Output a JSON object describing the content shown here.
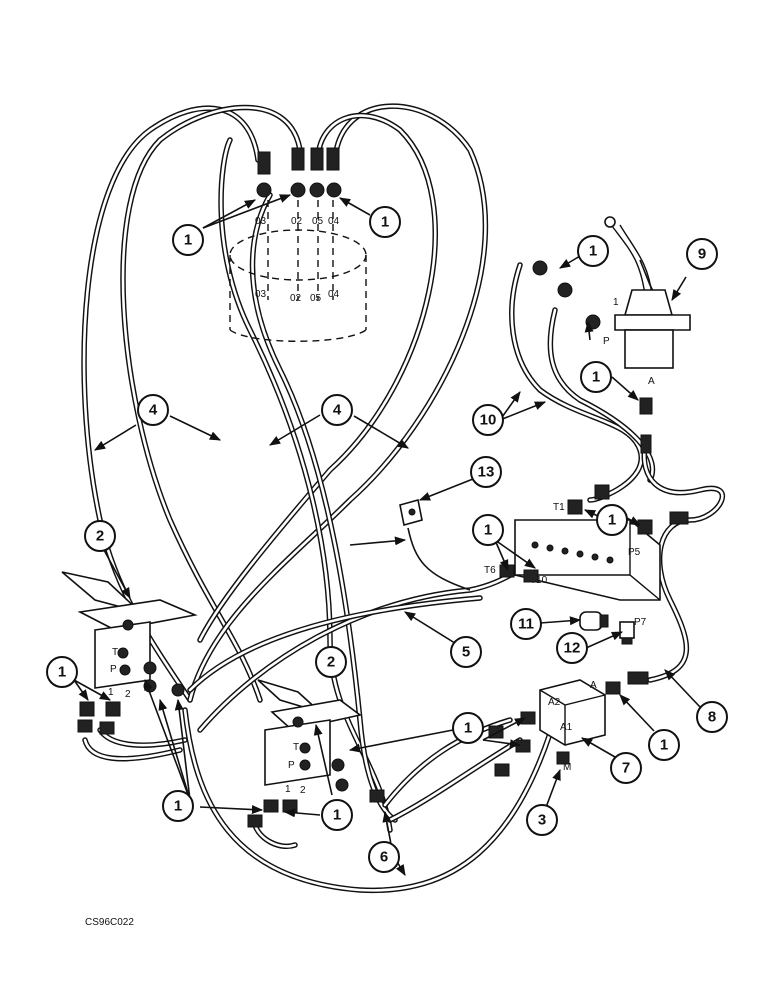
{
  "drawing_ref": "CS96C022",
  "callouts": [
    {
      "label": "1"
    },
    {
      "label": "1"
    },
    {
      "label": "1"
    },
    {
      "label": "1"
    },
    {
      "label": "1"
    },
    {
      "label": "1"
    },
    {
      "label": "1"
    },
    {
      "label": "1"
    },
    {
      "label": "1"
    },
    {
      "label": "1"
    },
    {
      "label": "1"
    },
    {
      "label": "1"
    },
    {
      "label": "2"
    },
    {
      "label": "2"
    },
    {
      "label": "3"
    },
    {
      "label": "4"
    },
    {
      "label": "4"
    },
    {
      "label": "5"
    },
    {
      "label": "6"
    },
    {
      "label": "7"
    },
    {
      "label": "8"
    },
    {
      "label": "9"
    },
    {
      "label": "10"
    },
    {
      "label": "11"
    },
    {
      "label": "12"
    },
    {
      "label": "13"
    }
  ],
  "port_labels": {
    "swivel_top": [
      "03",
      "02",
      "05",
      "04"
    ],
    "swivel_bottom": [
      "03",
      "02",
      "05",
      "04"
    ],
    "joystick_1": "1",
    "joystick_p": "P",
    "joystick_a": "A",
    "manifold_t1": "T1",
    "manifold_t6": "T6",
    "manifold_t10": "T10",
    "manifold_p5": "P5",
    "manifold_p7": "P7",
    "valve7_a2": "A2",
    "valve7_a1": "A1",
    "valve7_a": "A",
    "valve7_m": "M",
    "pedal_left_t": "T",
    "pedal_left_p": "P",
    "pedal_left_1": "1",
    "pedal_left_2": "2",
    "pedal_right_t": "T",
    "pedal_right_p": "P",
    "pedal_right_1": "1",
    "pedal_right_2": "2"
  }
}
